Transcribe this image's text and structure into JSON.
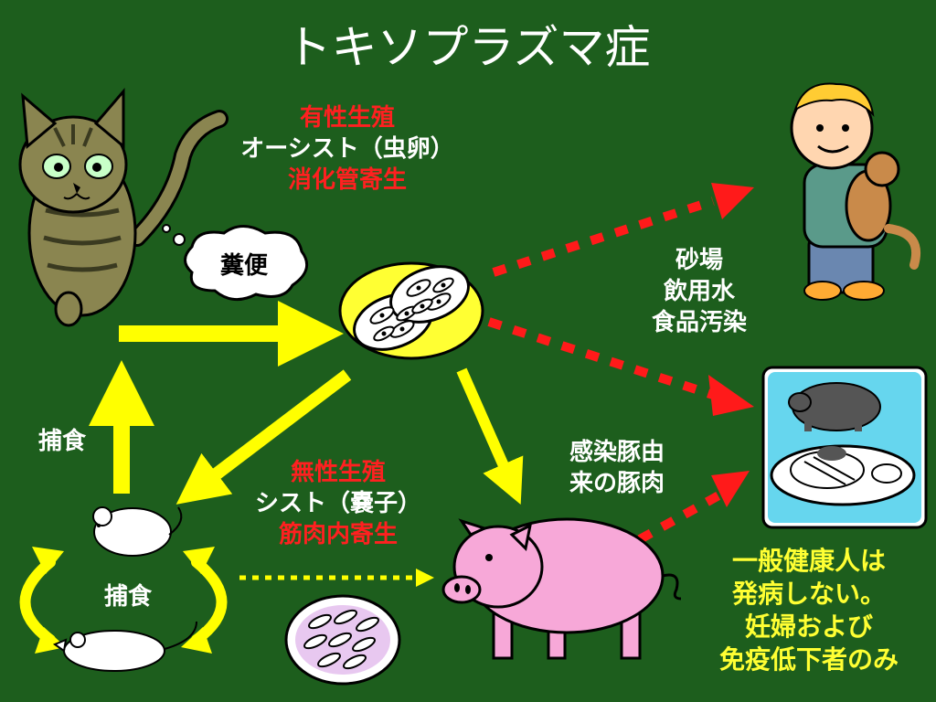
{
  "title": "トキソプラズマ症",
  "cat_stage": {
    "line1": "有性生殖",
    "line2": "オーシスト（虫卵）",
    "line3": "消化管寄生"
  },
  "feces_label": "糞便",
  "env_routes": {
    "line1": "砂場",
    "line2": "飲用水",
    "line3": "食品汚染"
  },
  "pork_route": {
    "line1": "感染豚由",
    "line2": "来の豚肉"
  },
  "intermediate_stage": {
    "line1": "無性生殖",
    "line2": "シスト（嚢子）",
    "line3": "筋肉内寄生"
  },
  "predation_vertical": "捕食",
  "predation_rodents": "捕食",
  "note": {
    "line1": "一般健康人は",
    "line2": "発病しない。",
    "line3": "妊婦および",
    "line4": "免疫低下者のみ"
  },
  "colors": {
    "background": "#1d5e1d",
    "arrow_yellow": "#ffff00",
    "arrow_red": "#ff1a1a",
    "label_red": "#ff2020",
    "note_yellow": "#ffff33"
  }
}
